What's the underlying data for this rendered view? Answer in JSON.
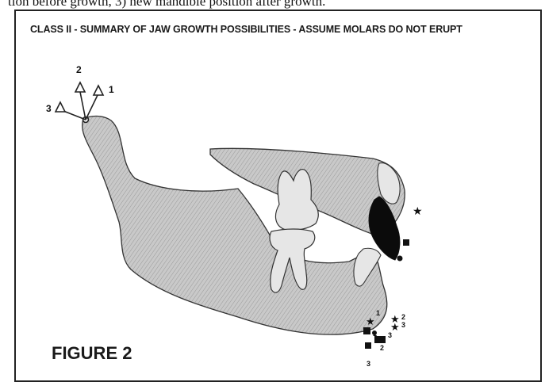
{
  "top_text": "tion before growth, 3) new mandible position after growth.",
  "header": {
    "title": "CLASS II - SUMMARY OF JAW GROWTH POSSIBILITIES - ASSUME MOLARS DO NOT ERUPT"
  },
  "caption": "FIGURE 2",
  "condyle_vectors": [
    "1",
    "2",
    "3"
  ],
  "chin_markers": {
    "star_labels": [
      "1",
      "2",
      "3"
    ],
    "block_labels": [
      "1",
      "2",
      "3"
    ]
  },
  "colors": {
    "bone_fill": "#c9c9c9",
    "outline": "#333333",
    "incisor": "#0b0b0b",
    "tooth": "#e6e6e6"
  }
}
